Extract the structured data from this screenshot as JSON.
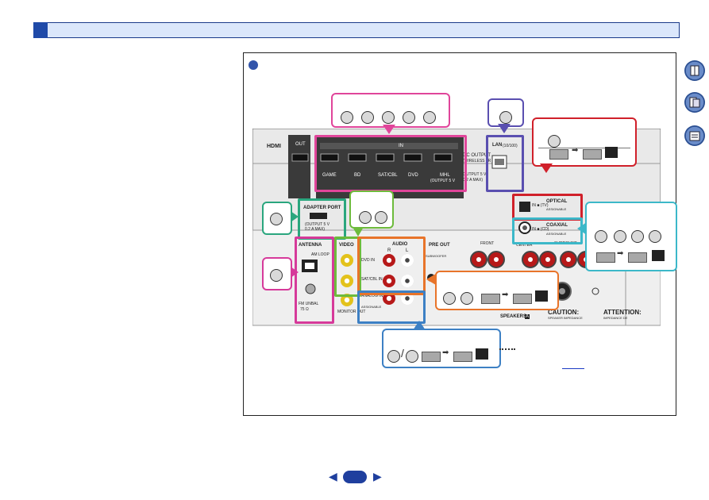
{
  "header": {
    "title": ""
  },
  "colors": {
    "accent": "#1f4aa8",
    "header_bg": "#dbe7fb"
  },
  "side_icons": [
    "book-icon",
    "toc-icon",
    "index-icon"
  ],
  "panel": {
    "hdmi": "HDMI",
    "out": "OUT",
    "in": "IN",
    "game": "GAME",
    "bd": "BD",
    "satcbl": "SAT/CBL",
    "dvd": "DVD",
    "mhl": "MHL",
    "mhl_out": "(OUTPUT 5 V",
    "dc_output": "DC OUTPUT",
    "wireless": "(WIRELESS LR",
    "output_5v": "OUTPUT 5 V",
    "output_a": "0.2 A MAX)",
    "lan": "LAN",
    "lan_spec": "(10/100)",
    "adapter_port": "ADAPTER PORT",
    "adapter_spec1": "(OUTPUT 5 V",
    "adapter_spec2": "0.2 A MAX)",
    "optical": "OPTICAL",
    "assignable": "ASSIGNABLE",
    "tv": "IN ■ (TV)",
    "coaxial": "COAXIAL",
    "cd": "IN ■ (CD)",
    "antenna": "ANTENNA",
    "am_loop": "AM LOOP",
    "fm": "FM UNBAL",
    "fm2": "75 Ω",
    "video": "VIDEO",
    "monitor_out": "MONITOR OUT",
    "audio": "AUDIO",
    "r": "R",
    "l": "L",
    "dvd_in": "DVD IN",
    "satcbl_in": "SAT/CBL IN",
    "analog_in": "ANALOG IN ■",
    "assignable2": "ASSIGNABLE",
    "pre_out": "PRE OUT",
    "subwoofer": "SUBWOOFER",
    "front": "FRONT",
    "center": "CENTER",
    "surround": "SURROUND",
    "speakers": "SPEAKERS",
    "speakers_a": "A",
    "caution": "CAUTION:",
    "caution_sub": "SPEAKER IMPEDANCE",
    "attention": "ATTENTION:",
    "attention_sub": "IMPEDANCE DE"
  }
}
